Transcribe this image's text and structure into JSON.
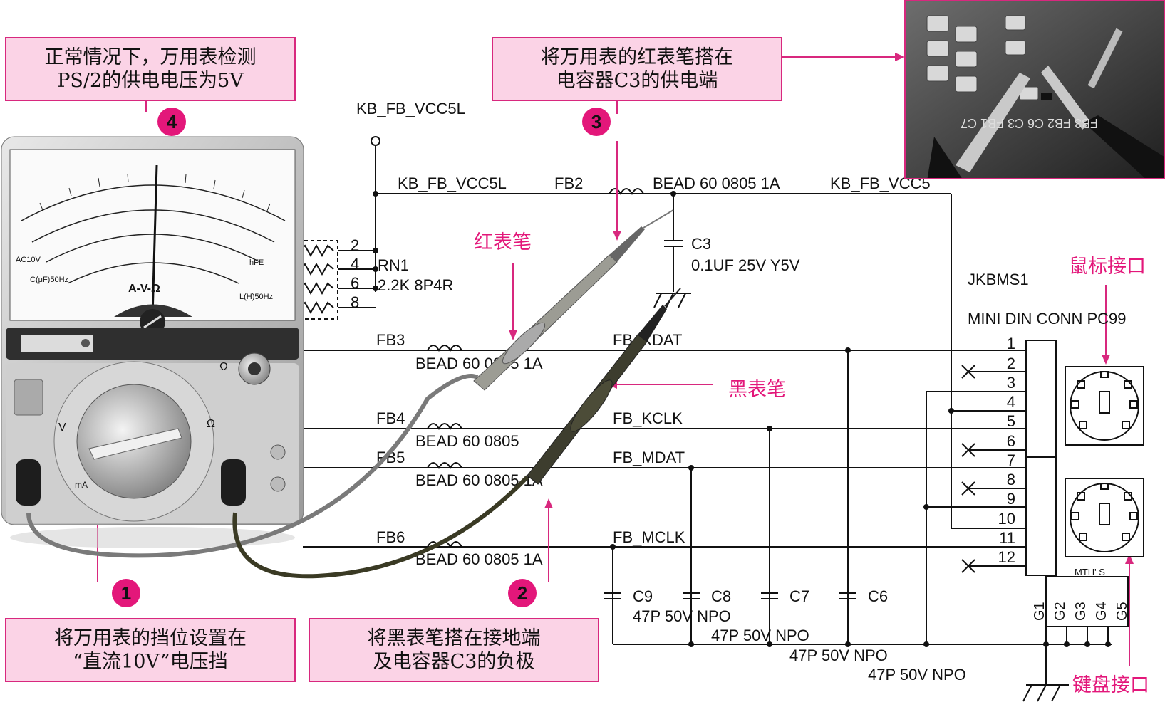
{
  "callouts": {
    "c4": {
      "line1": "正常情况下，万用表检测",
      "line2": "PS/2的供电电压为5V"
    },
    "c3": {
      "line1": "将万用表的红表笔搭在",
      "line2": "电容器C3的供电端"
    },
    "c1": {
      "line1": "将万用表的挡位设置在",
      "line2": "“直流10V”电压挡"
    },
    "c2": {
      "line1": "将黑表笔搭在接地端",
      "line2": "及电容器C3的负极"
    }
  },
  "badges": {
    "b1": "1",
    "b2": "2",
    "b3": "3",
    "b4": "4"
  },
  "probe_labels": {
    "red": "红表笔",
    "black": "黑表笔"
  },
  "connector_labels": {
    "mouse": "鼠标接口",
    "keyboard": "键盘接口"
  },
  "schematic": {
    "net_top": "KB_FB_VCC5L",
    "net_top2": "KB_FB_VCC5L",
    "fb2": "FB2",
    "bead_top": "BEAD 60 0805 1A",
    "net_vcc5": "KB_FB_VCC5",
    "c3_ref": "C3",
    "c3_val": "0.1UF 25V Y5V",
    "rn1_ref": "RN1",
    "rn1_val": "2.2K 8P4R",
    "rn_pins": [
      "2",
      "4",
      "6",
      "8"
    ],
    "fb3": "FB3",
    "fb3_bead": "BEAD 60 0805 1A",
    "kdat": "FB_KDAT",
    "fb4": "FB4",
    "fb4_bead": "BEAD 60 0805",
    "kclk": "FB_KCLK",
    "fb5": "FB5",
    "fb5_bead": "BEAD 60 0805 1A",
    "mdat": "FB_MDAT",
    "fb6": "FB6",
    "fb6_bead": "BEAD 60 0805 1A",
    "mclk": "FB_MCLK",
    "caps": [
      {
        "ref": "C9",
        "val": "47P 50V NPO"
      },
      {
        "ref": "C8",
        "val": "47P 50V NPO"
      },
      {
        "ref": "C7",
        "val": "47P 50V NPO"
      },
      {
        "ref": "C6",
        "val": "47P 50V NPO"
      }
    ],
    "conn_ref": "JKBMS1",
    "conn_val": "MINI DIN CONN PC99",
    "conn_pins": [
      "1",
      "2",
      "3",
      "4",
      "5",
      "6",
      "7",
      "8",
      "9",
      "10",
      "11",
      "12"
    ],
    "mth_label": "MTH' S",
    "gnd_pins": [
      "G1",
      "G2",
      "G3",
      "G4",
      "G5"
    ]
  },
  "meter": {
    "range_label": "AC10V",
    "cap_label": "C(μF)50Hz",
    "ind_label": "L(H)50Hz",
    "scale_symbol": "A-V-Ω",
    "hfe_label": "hFE",
    "ohm_knob_label": "Ω",
    "ma_label": "mA",
    "v_label": "V",
    "omega_dial": "Ω"
  },
  "photo": {
    "silk": "FB3 FB2 C6 C3 FB1 C7"
  }
}
